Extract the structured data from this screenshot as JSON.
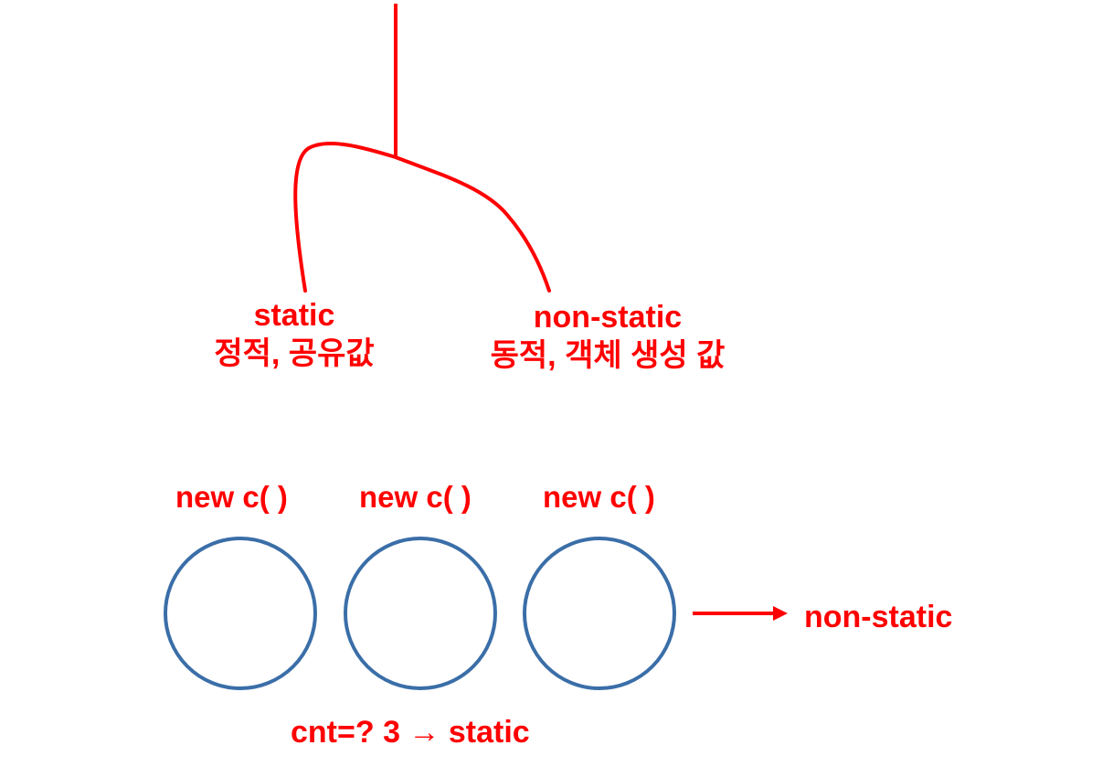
{
  "colors": {
    "accent_red": "#ff0000",
    "circle_blue": "#3a6ea8",
    "background": "#ffffff"
  },
  "tree": {
    "left_branch": {
      "title": "static",
      "subtitle": "정적, 공유값"
    },
    "right_branch": {
      "title": "non-static",
      "subtitle": "동적, 객체 생성 값"
    }
  },
  "objects": [
    {
      "label": "new c( )"
    },
    {
      "label": "new c( )"
    },
    {
      "label": "new c( )"
    }
  ],
  "arrow_target_label": "non-static",
  "counter_label": "cnt=? 3 → static"
}
